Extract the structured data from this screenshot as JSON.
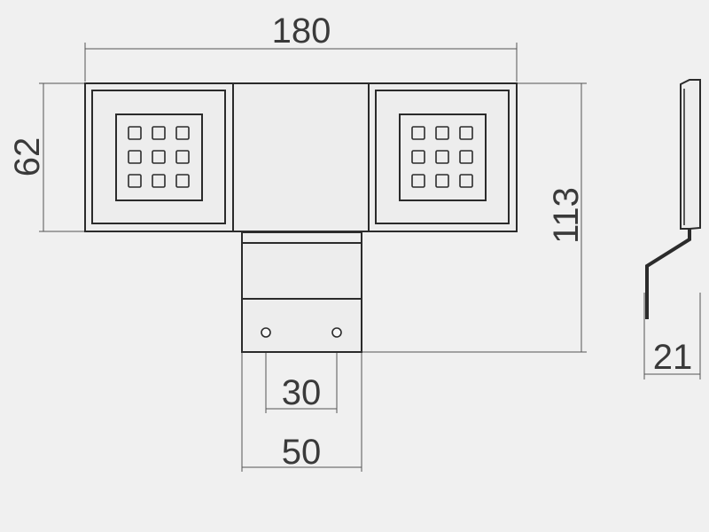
{
  "dimensions": {
    "total_width": "180",
    "head_height": "62",
    "total_height": "113",
    "hole_spacing": "30",
    "bracket_width": "50",
    "depth": "21"
  },
  "colors": {
    "background": "#f0f0f0",
    "line": "#2b2b2b",
    "dimension_line": "#555555"
  },
  "led_grid": {
    "rows": 3,
    "cols": 3
  }
}
